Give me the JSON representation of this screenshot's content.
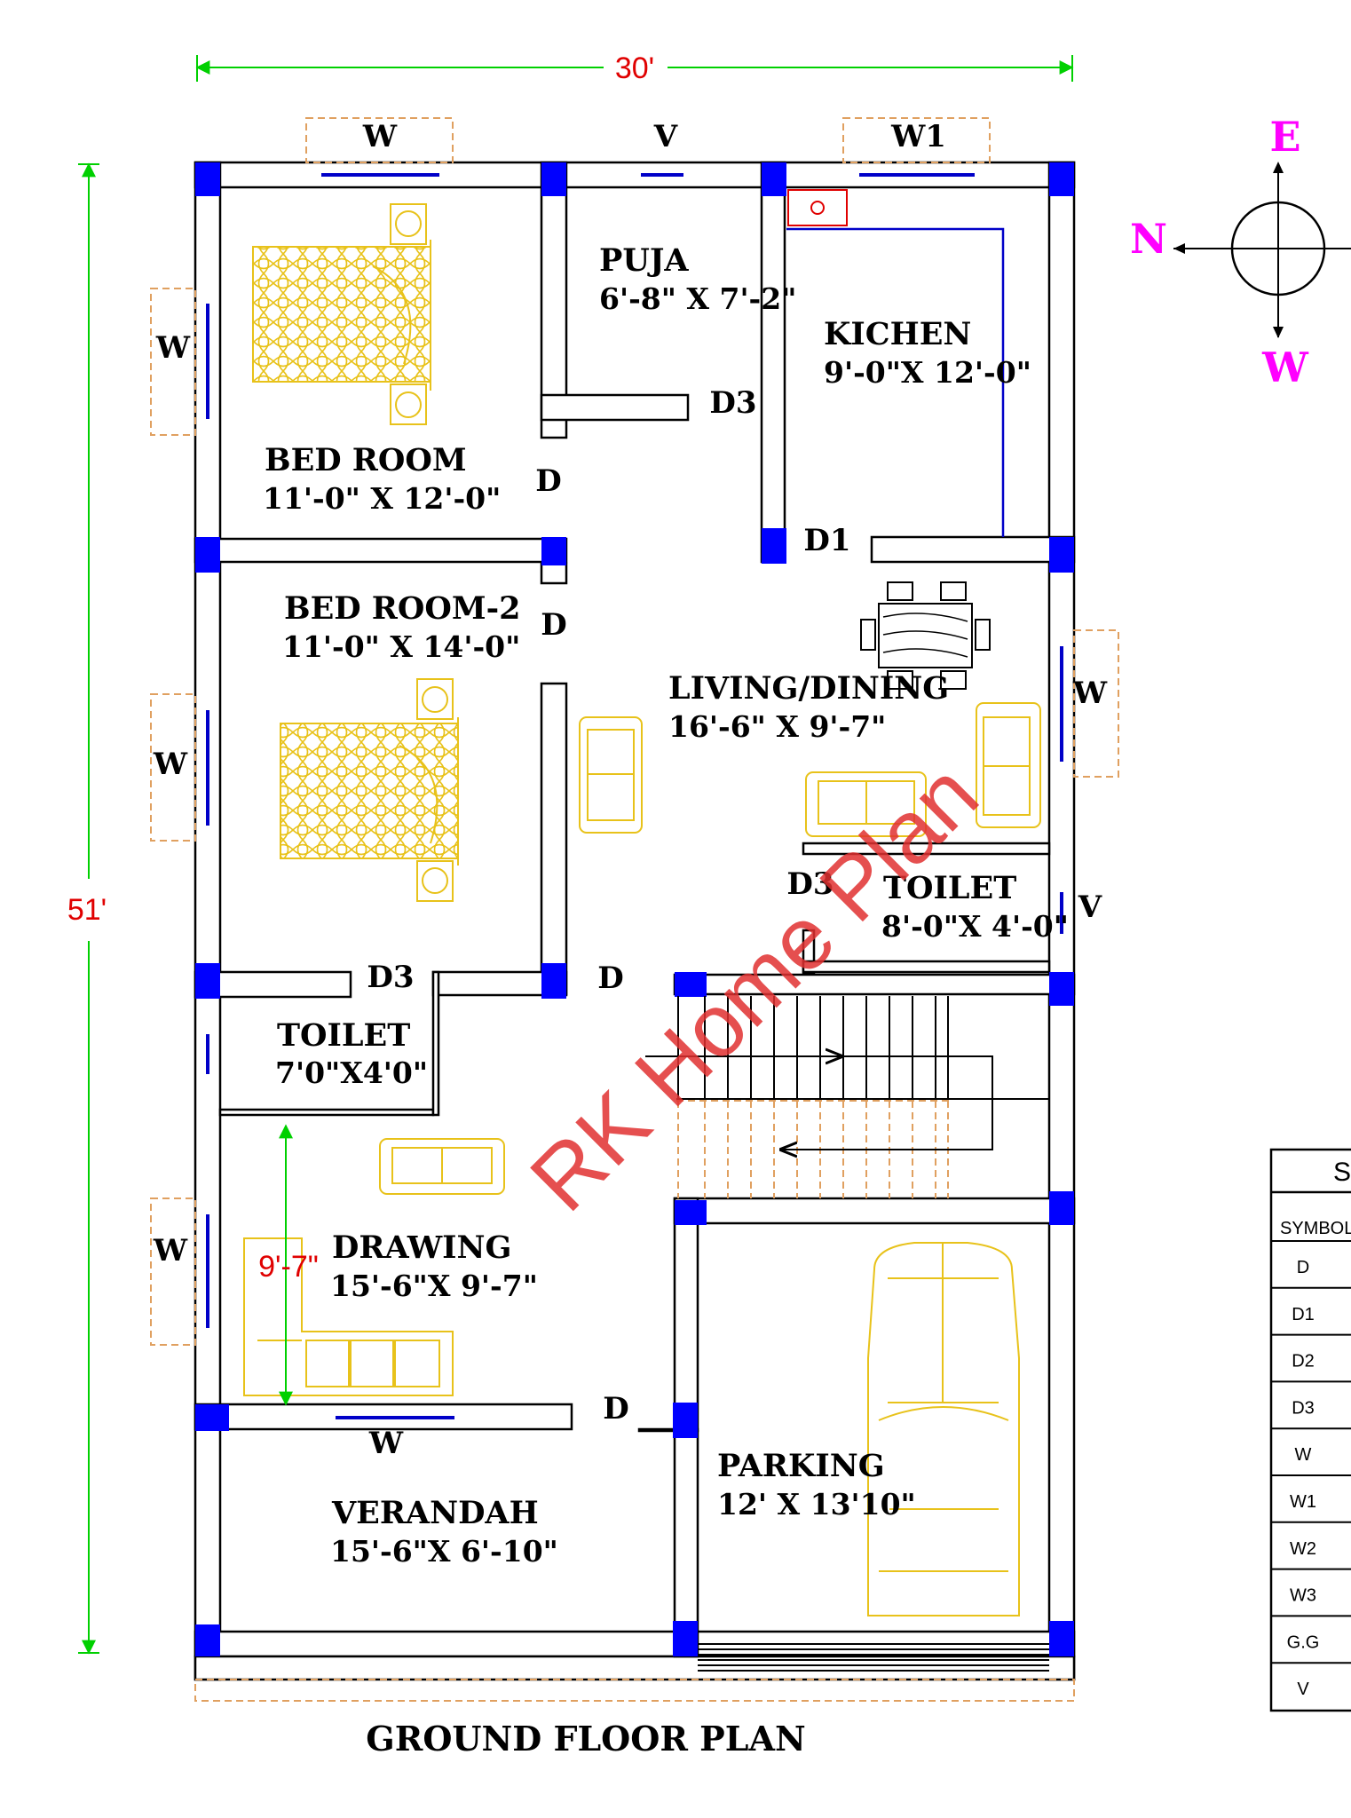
{
  "plan": {
    "title": "GROUND FLOOR PLAN",
    "watermark": "RK Home Plan",
    "overall_width": "30'",
    "overall_depth": "51'",
    "drawing_height_dim": "9'-7\""
  },
  "compass": {
    "top": "E",
    "left": "N",
    "bottom": "W"
  },
  "rooms": [
    {
      "name": "BED ROOM",
      "size": "11'-0\" X 12'-0\""
    },
    {
      "name": "PUJA",
      "size": "6'-8\" X 7'-2\""
    },
    {
      "name": "KICHEN",
      "size": "9'-0\"X 12'-0\""
    },
    {
      "name": "BED ROOM-2",
      "size": "11'-0\" X 14'-0\""
    },
    {
      "name": "LIVING/DINING",
      "size": "16'-6\" X 9'-7\""
    },
    {
      "name": "TOILET",
      "size": "8'-0\"X 4'-0\""
    },
    {
      "name": "TOILET",
      "size": "7'0\"X4'0\""
    },
    {
      "name": "DRAWING",
      "size": "15'-6\"X 9'-7\""
    },
    {
      "name": "VERANDAH",
      "size": "15'-6\"X 6'-10\""
    },
    {
      "name": "PARKING",
      "size": "12' X 13'10\""
    }
  ],
  "openings": {
    "w_top": "W",
    "v_top": "V",
    "w1_top": "W1",
    "w_bed1": "W",
    "w_bed2": "W",
    "w_drawing": "W",
    "w_living": "W",
    "v_toilet": "V",
    "w_verandah": "W",
    "d_bed1": "D",
    "d_bed2": "D",
    "d_stair": "D",
    "d_drawing": "D",
    "d3_puja": "D3",
    "d1_kitchen": "D1",
    "d3_toilet": "D3",
    "d3_toilet2": "D3"
  },
  "schedule": {
    "header": "S",
    "symbol_header": "SYMBOL",
    "symbols": [
      "D",
      "D1",
      "D2",
      "D3",
      "W",
      "W1",
      "W2",
      "W3",
      "G.G",
      "V"
    ]
  },
  "colors": {
    "column": "#0000ff",
    "furniture": "#e8c21a",
    "dimension_line": "#00d000",
    "dimension_text": "#e00000",
    "compass_text": "#ff00ff",
    "watermark": "#e03030"
  }
}
